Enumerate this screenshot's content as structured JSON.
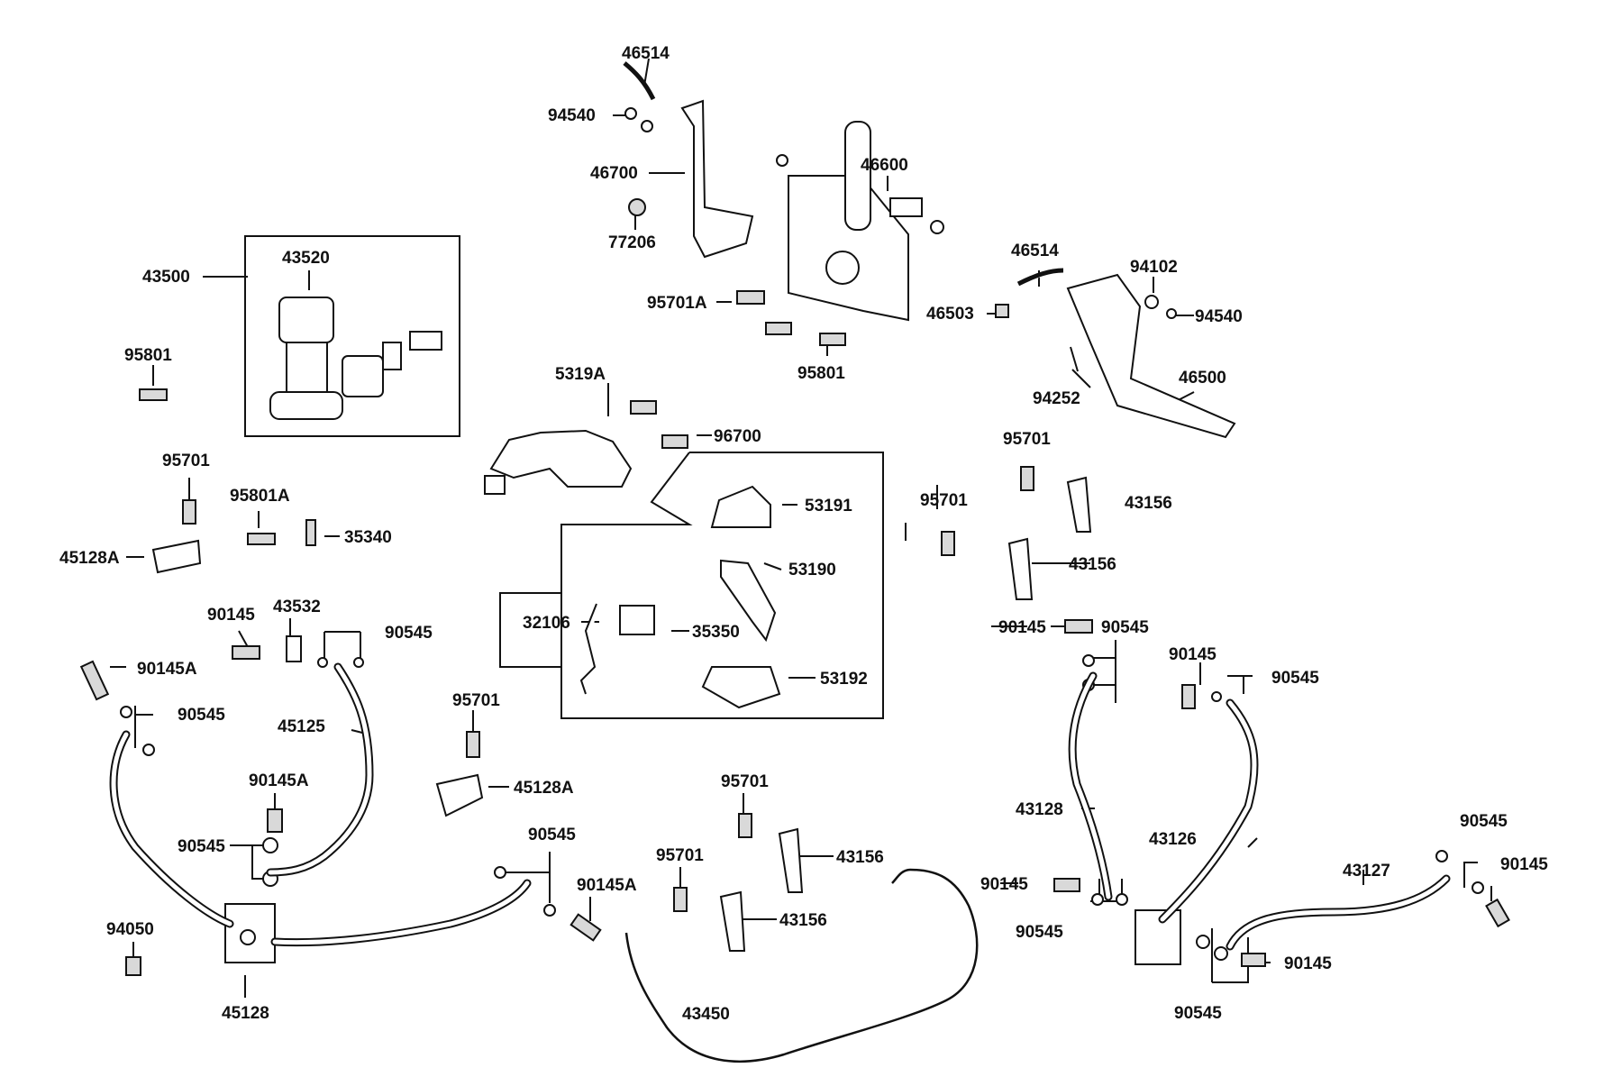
{
  "diagram": {
    "part_labels": [
      "46514",
      "94540",
      "46700",
      "77206",
      "46600",
      "95701A",
      "95801",
      "43500",
      "43520",
      "95801",
      "46514",
      "46503",
      "94102",
      "94540",
      "94252",
      "46500",
      "5319A",
      "96700",
      "53191",
      "53190",
      "32106",
      "35350",
      "53192",
      "95701",
      "95801A",
      "35340",
      "45128A",
      "90145",
      "43532",
      "90545",
      "90145A",
      "90545",
      "45125",
      "90145A",
      "90545",
      "95701",
      "45128A",
      "94050",
      "45128",
      "90545",
      "90145A",
      "95701",
      "43156",
      "95701",
      "43156",
      "43450",
      "95701",
      "43156",
      "95701",
      "43156",
      "90145",
      "90545",
      "43128",
      "90145",
      "90545",
      "90145",
      "90545",
      "43126",
      "43127",
      "90545",
      "90145",
      "90145",
      "90545"
    ]
  }
}
